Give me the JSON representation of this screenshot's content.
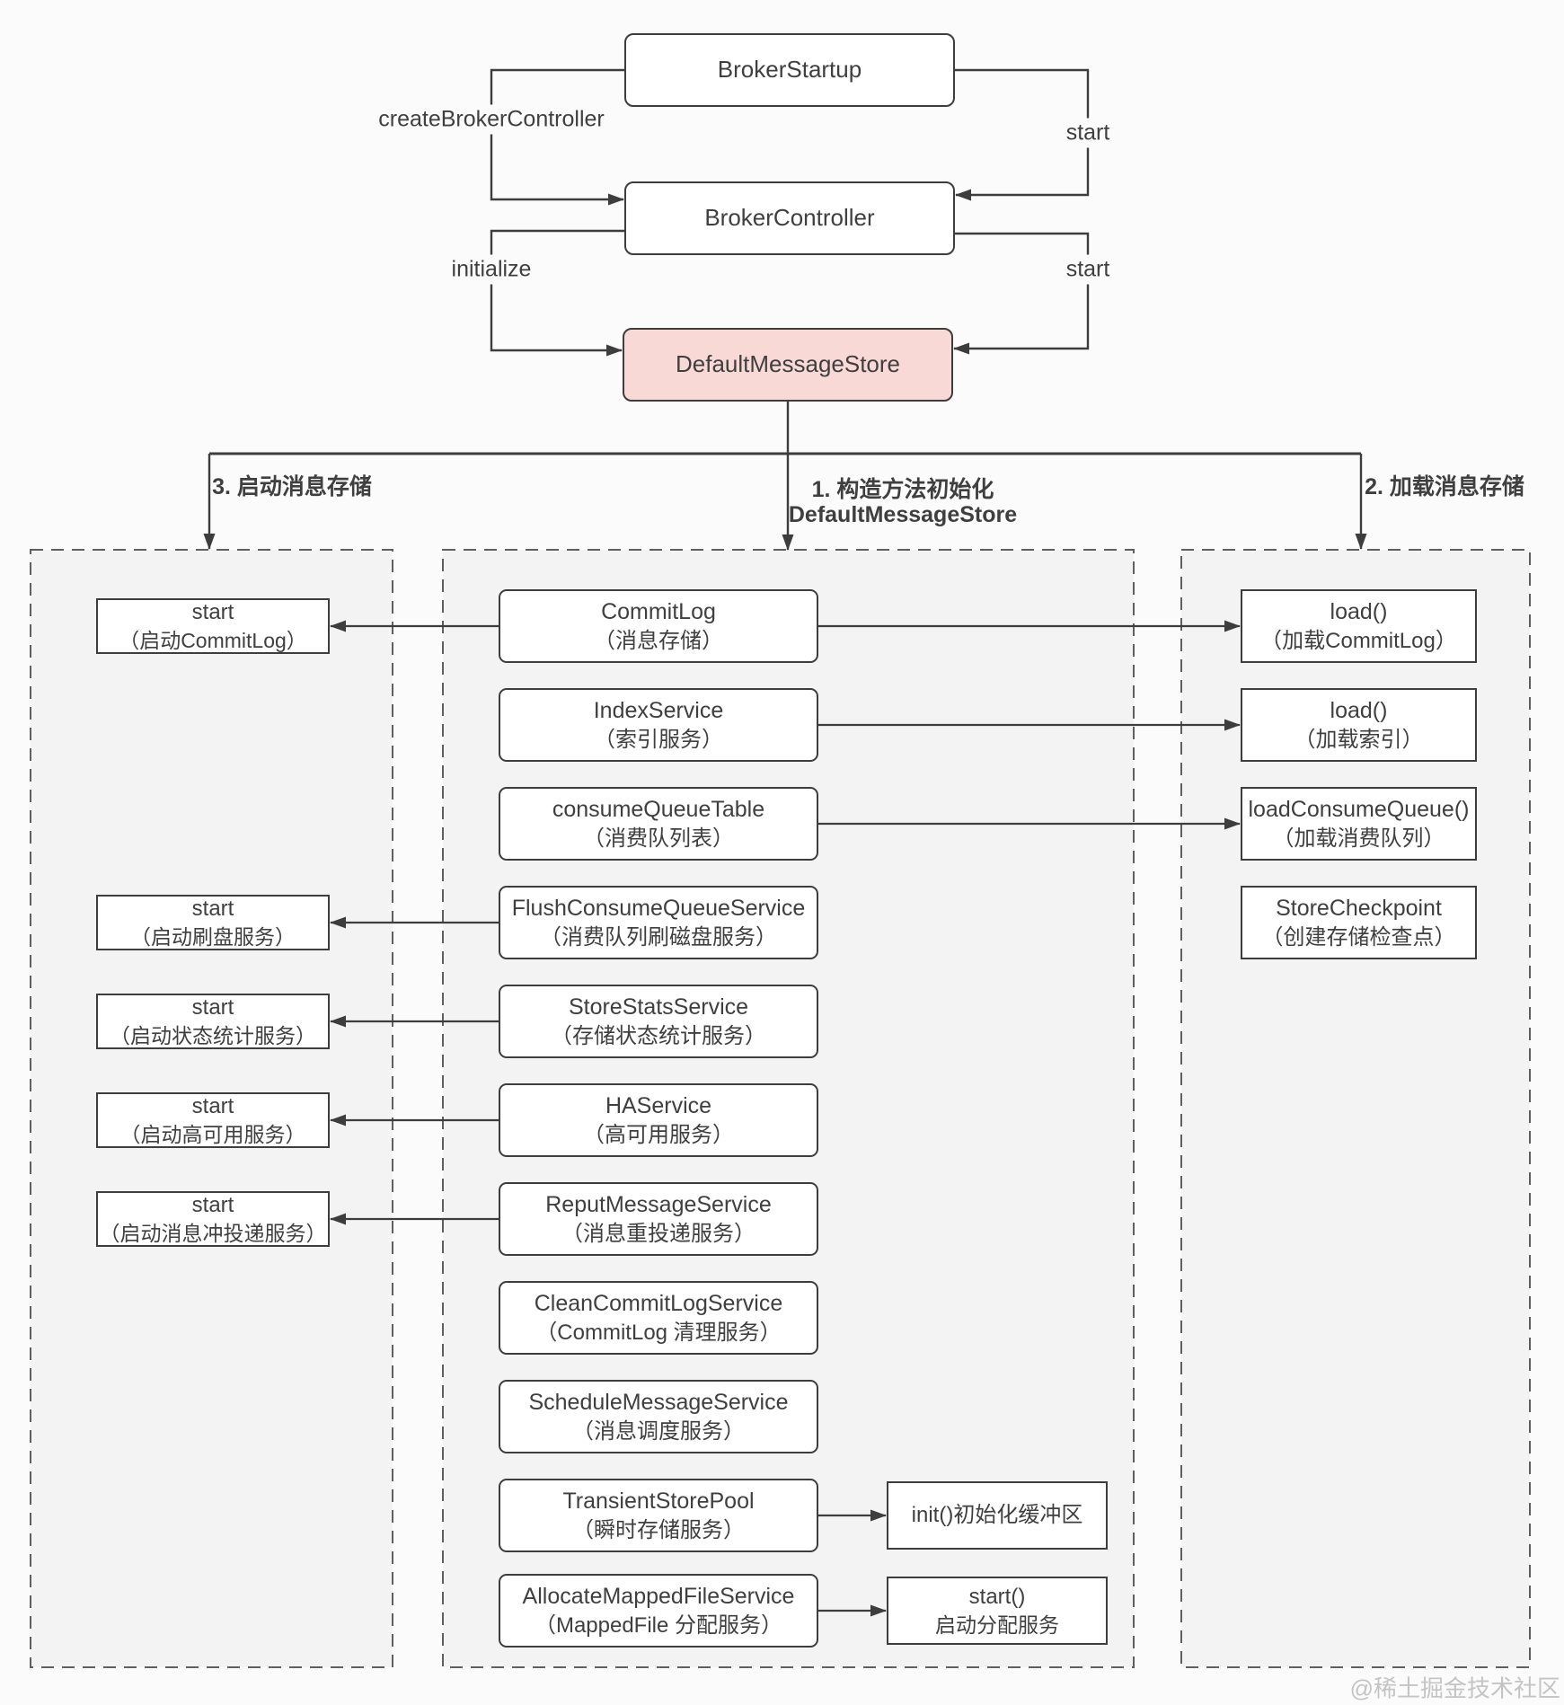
{
  "watermark": "@稀土掘金技术社区",
  "top_flow": {
    "nodes": {
      "broker_startup": {
        "label": "BrokerStartup"
      },
      "broker_controller": {
        "label": "BrokerController"
      },
      "default_message_store": {
        "label": "DefaultMessageStore"
      }
    },
    "edge_labels": {
      "create_broker_controller": "createBrokerController",
      "start_top": "start",
      "initialize": "initialize",
      "start_bottom": "start"
    }
  },
  "branch_labels": {
    "start_store": "3. 启动消息存储",
    "construct_line1": "1. 构造方法初始化",
    "construct_line2": "DefaultMessageStore",
    "load_store": "2. 加载消息存储"
  },
  "start_column": {
    "boxes": [
      {
        "line1": "start",
        "line2": "（启动CommitLog）"
      },
      {
        "line1": "start",
        "line2": "（启动刷盘服务）"
      },
      {
        "line1": "start",
        "line2": "（启动状态统计服务）"
      },
      {
        "line1": "start",
        "line2": "（启动高可用服务）"
      },
      {
        "line1": "start",
        "line2": "（启动消息冲投递服务）"
      }
    ]
  },
  "construct_column": {
    "boxes": [
      {
        "line1": "CommitLog",
        "line2": "（消息存储）"
      },
      {
        "line1": "IndexService",
        "line2": "（索引服务）"
      },
      {
        "line1": "consumeQueueTable",
        "line2": "（消费队列表）"
      },
      {
        "line1": "FlushConsumeQueueService",
        "line2": "（消费队列刷磁盘服务）"
      },
      {
        "line1": "StoreStatsService",
        "line2": "（存储状态统计服务）"
      },
      {
        "line1": "HAService",
        "line2": "（高可用服务）"
      },
      {
        "line1": "ReputMessageService",
        "line2": "（消息重投递服务）"
      },
      {
        "line1": "CleanCommitLogService",
        "line2": "（CommitLog 清理服务）"
      },
      {
        "line1": "ScheduleMessageService",
        "line2": "（消息调度服务）"
      },
      {
        "line1": "TransientStorePool",
        "line2": "（瞬时存储服务）"
      },
      {
        "line1": "AllocateMappedFileService",
        "line2": "（MappedFile 分配服务）"
      }
    ],
    "sub_boxes": [
      {
        "line1": "init()初始化缓冲区"
      },
      {
        "line1": "start()",
        "line2": "启动分配服务"
      }
    ]
  },
  "load_column": {
    "boxes": [
      {
        "line1": "load()",
        "line2": "（加载CommitLog）"
      },
      {
        "line1": "load()",
        "line2": "（加载索引）"
      },
      {
        "line1": "loadConsumeQueue()",
        "line2": "（加载消费队列）"
      },
      {
        "line1": "StoreCheckpoint",
        "line2": "（创建存储检查点）"
      }
    ]
  },
  "colors": {
    "background": "#fbfbfb",
    "region_fill": "#f3f3f4",
    "region_border": "#5f5f5f",
    "box_fill": "#ffffff",
    "box_border": "#3d3d3d",
    "highlight_fill": "#f9d9d6",
    "line": "#3d3d3d",
    "text": "#3f3f3f",
    "watermark_color": "#c4c4c4"
  }
}
